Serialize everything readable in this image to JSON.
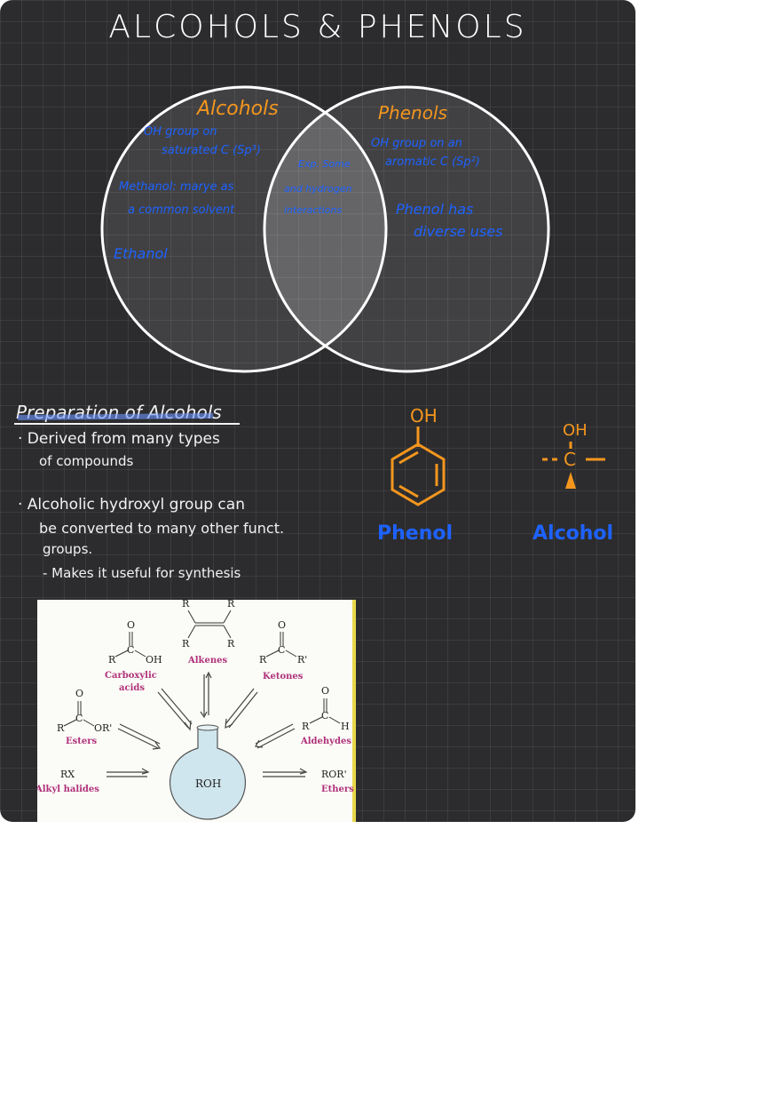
{
  "title": "ALCOHOLS & PHENOLS",
  "venn": {
    "left_title": "Alcohols",
    "right_title": "Phenols",
    "left_items": [
      "OH group on",
      "saturated C (Sp³)",
      "Methanol: marye as",
      "a common solvent",
      "Ethanol"
    ],
    "overlap_items": [
      "Exp. Some",
      "and hydrogen",
      "interactions"
    ],
    "right_items": [
      "OH group on an",
      "aromatic C (Sp²)",
      "Phenol has",
      "diverse uses"
    ]
  },
  "preparation": {
    "heading": "Preparation of Alcohols",
    "lines": [
      "· Derived from many types",
      "of compounds",
      "· Alcoholic hydroxyl group can",
      "be converted to many other funct.",
      "groups.",
      "- Makes it useful for synthesis"
    ]
  },
  "molecules": {
    "phenol_oh": "OH",
    "phenol_label": "Phenol",
    "alcohol_oh": "OH",
    "alcohol_c": "C",
    "alcohol_label": "Alcohol"
  },
  "reaction_scheme": {
    "center": "ROH",
    "alkenes_top_r1": "R",
    "alkenes_top_r2": "R",
    "alkenes_bottom_r1": "R",
    "alkenes_bottom_r2": "R",
    "alkenes_label": "Alkenes",
    "carboxylic": {
      "o": "O",
      "r": "R",
      "c": "C",
      "oh": "OH",
      "label1": "Carboxylic",
      "label2": "acids"
    },
    "ketones": {
      "o": "O",
      "r": "R",
      "c": "C",
      "r2": "R'",
      "label": "Ketones"
    },
    "esters": {
      "o": "O",
      "r": "R",
      "c": "C",
      "or": "OR'",
      "label": "Esters"
    },
    "aldehydes": {
      "o": "O",
      "r": "R",
      "c": "C",
      "h": "H",
      "label": "Aldehydes"
    },
    "alkyl_halides": {
      "formula": "RX",
      "label": "Alkyl halides"
    },
    "ethers": {
      "formula": "ROR'",
      "label": "Ethers"
    }
  },
  "colors": {
    "board": "#2c2c2e",
    "orange": "#f4961e",
    "blue": "#1e62ff",
    "label_magenta": "#b0317a"
  }
}
